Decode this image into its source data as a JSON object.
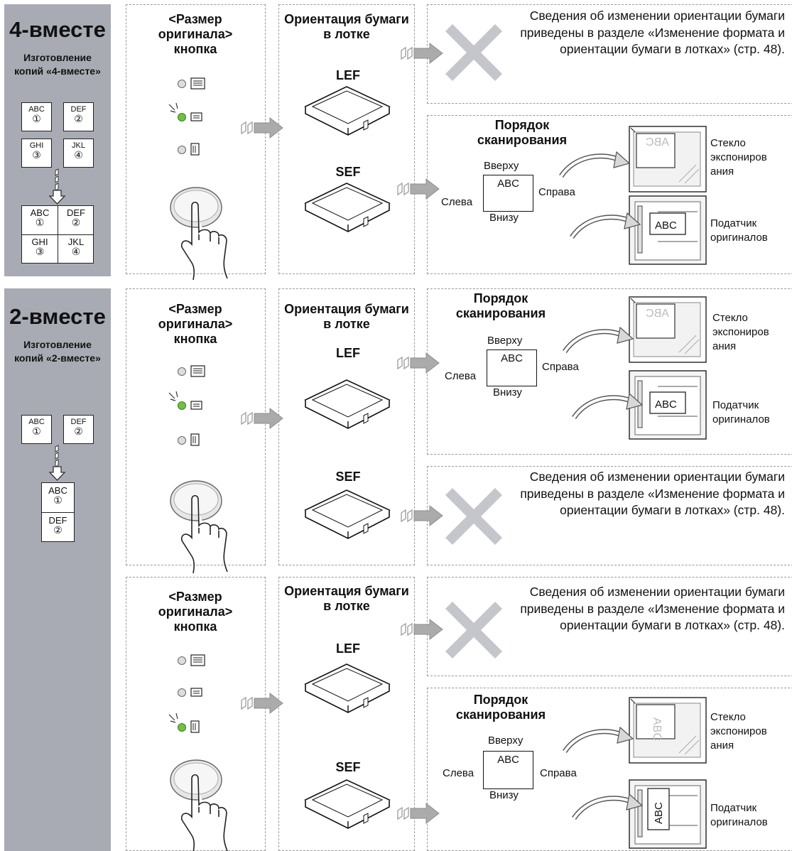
{
  "common": {
    "button_heading": "<Размер оригинала> кнопка",
    "orientation_heading": "Ориентация бумаги в лотке",
    "lef": "LEF",
    "sef": "SEF",
    "info_text": "Сведения об изменении ориентации бумаги приведены в разделе «Изменение формата и ориентации бумаги в лотках» (стр. 48).",
    "scan_order": "Порядок сканирования",
    "top": "Вверху",
    "left": "Слева",
    "right": "Справа",
    "bottom": "Внизу",
    "doc_label": "ABC",
    "glass": "Стекло экспониров ания",
    "feeder": "Податчик оригиналов"
  },
  "section_4up": {
    "title": "4-вместе",
    "subtitle": "Изготовление копий «4-вместе»",
    "pages": [
      {
        "label": "ABC",
        "num": "①"
      },
      {
        "label": "DEF",
        "num": "②"
      },
      {
        "label": "GHI",
        "num": "③"
      },
      {
        "label": "JKL",
        "num": "④"
      }
    ]
  },
  "section_2up": {
    "title": "2-вместе",
    "subtitle": "Изготовление копий «2-вместе»",
    "pages": [
      {
        "label": "ABC",
        "num": "①"
      },
      {
        "label": "DEF",
        "num": "②"
      }
    ]
  },
  "colors": {
    "sidebar": "#a8abb3",
    "arrow": "#a9a9a9",
    "cross": "#c4c6cb",
    "lit_led": "#6fc23f"
  }
}
